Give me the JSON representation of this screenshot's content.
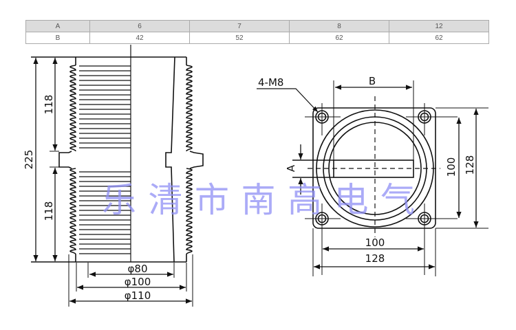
{
  "table": {
    "rows": [
      {
        "label": "A",
        "values": [
          "6",
          "7",
          "8",
          "12"
        ]
      },
      {
        "label": "B",
        "values": [
          "42",
          "52",
          "62",
          "62"
        ]
      }
    ]
  },
  "side_view": {
    "dim_total": "225",
    "dim_upper": "118",
    "dim_lower": "118",
    "dim_d80": "φ80",
    "dim_d100": "φ100",
    "dim_d110": "φ110"
  },
  "top_view": {
    "bolt_label": "4-M8",
    "dim_b": "B",
    "dim_a": "A",
    "dim_hole_v": "100",
    "dim_plate_v": "128",
    "dim_hole_h": "100",
    "dim_plate_h": "128"
  },
  "watermark": "乐清市南高电气"
}
